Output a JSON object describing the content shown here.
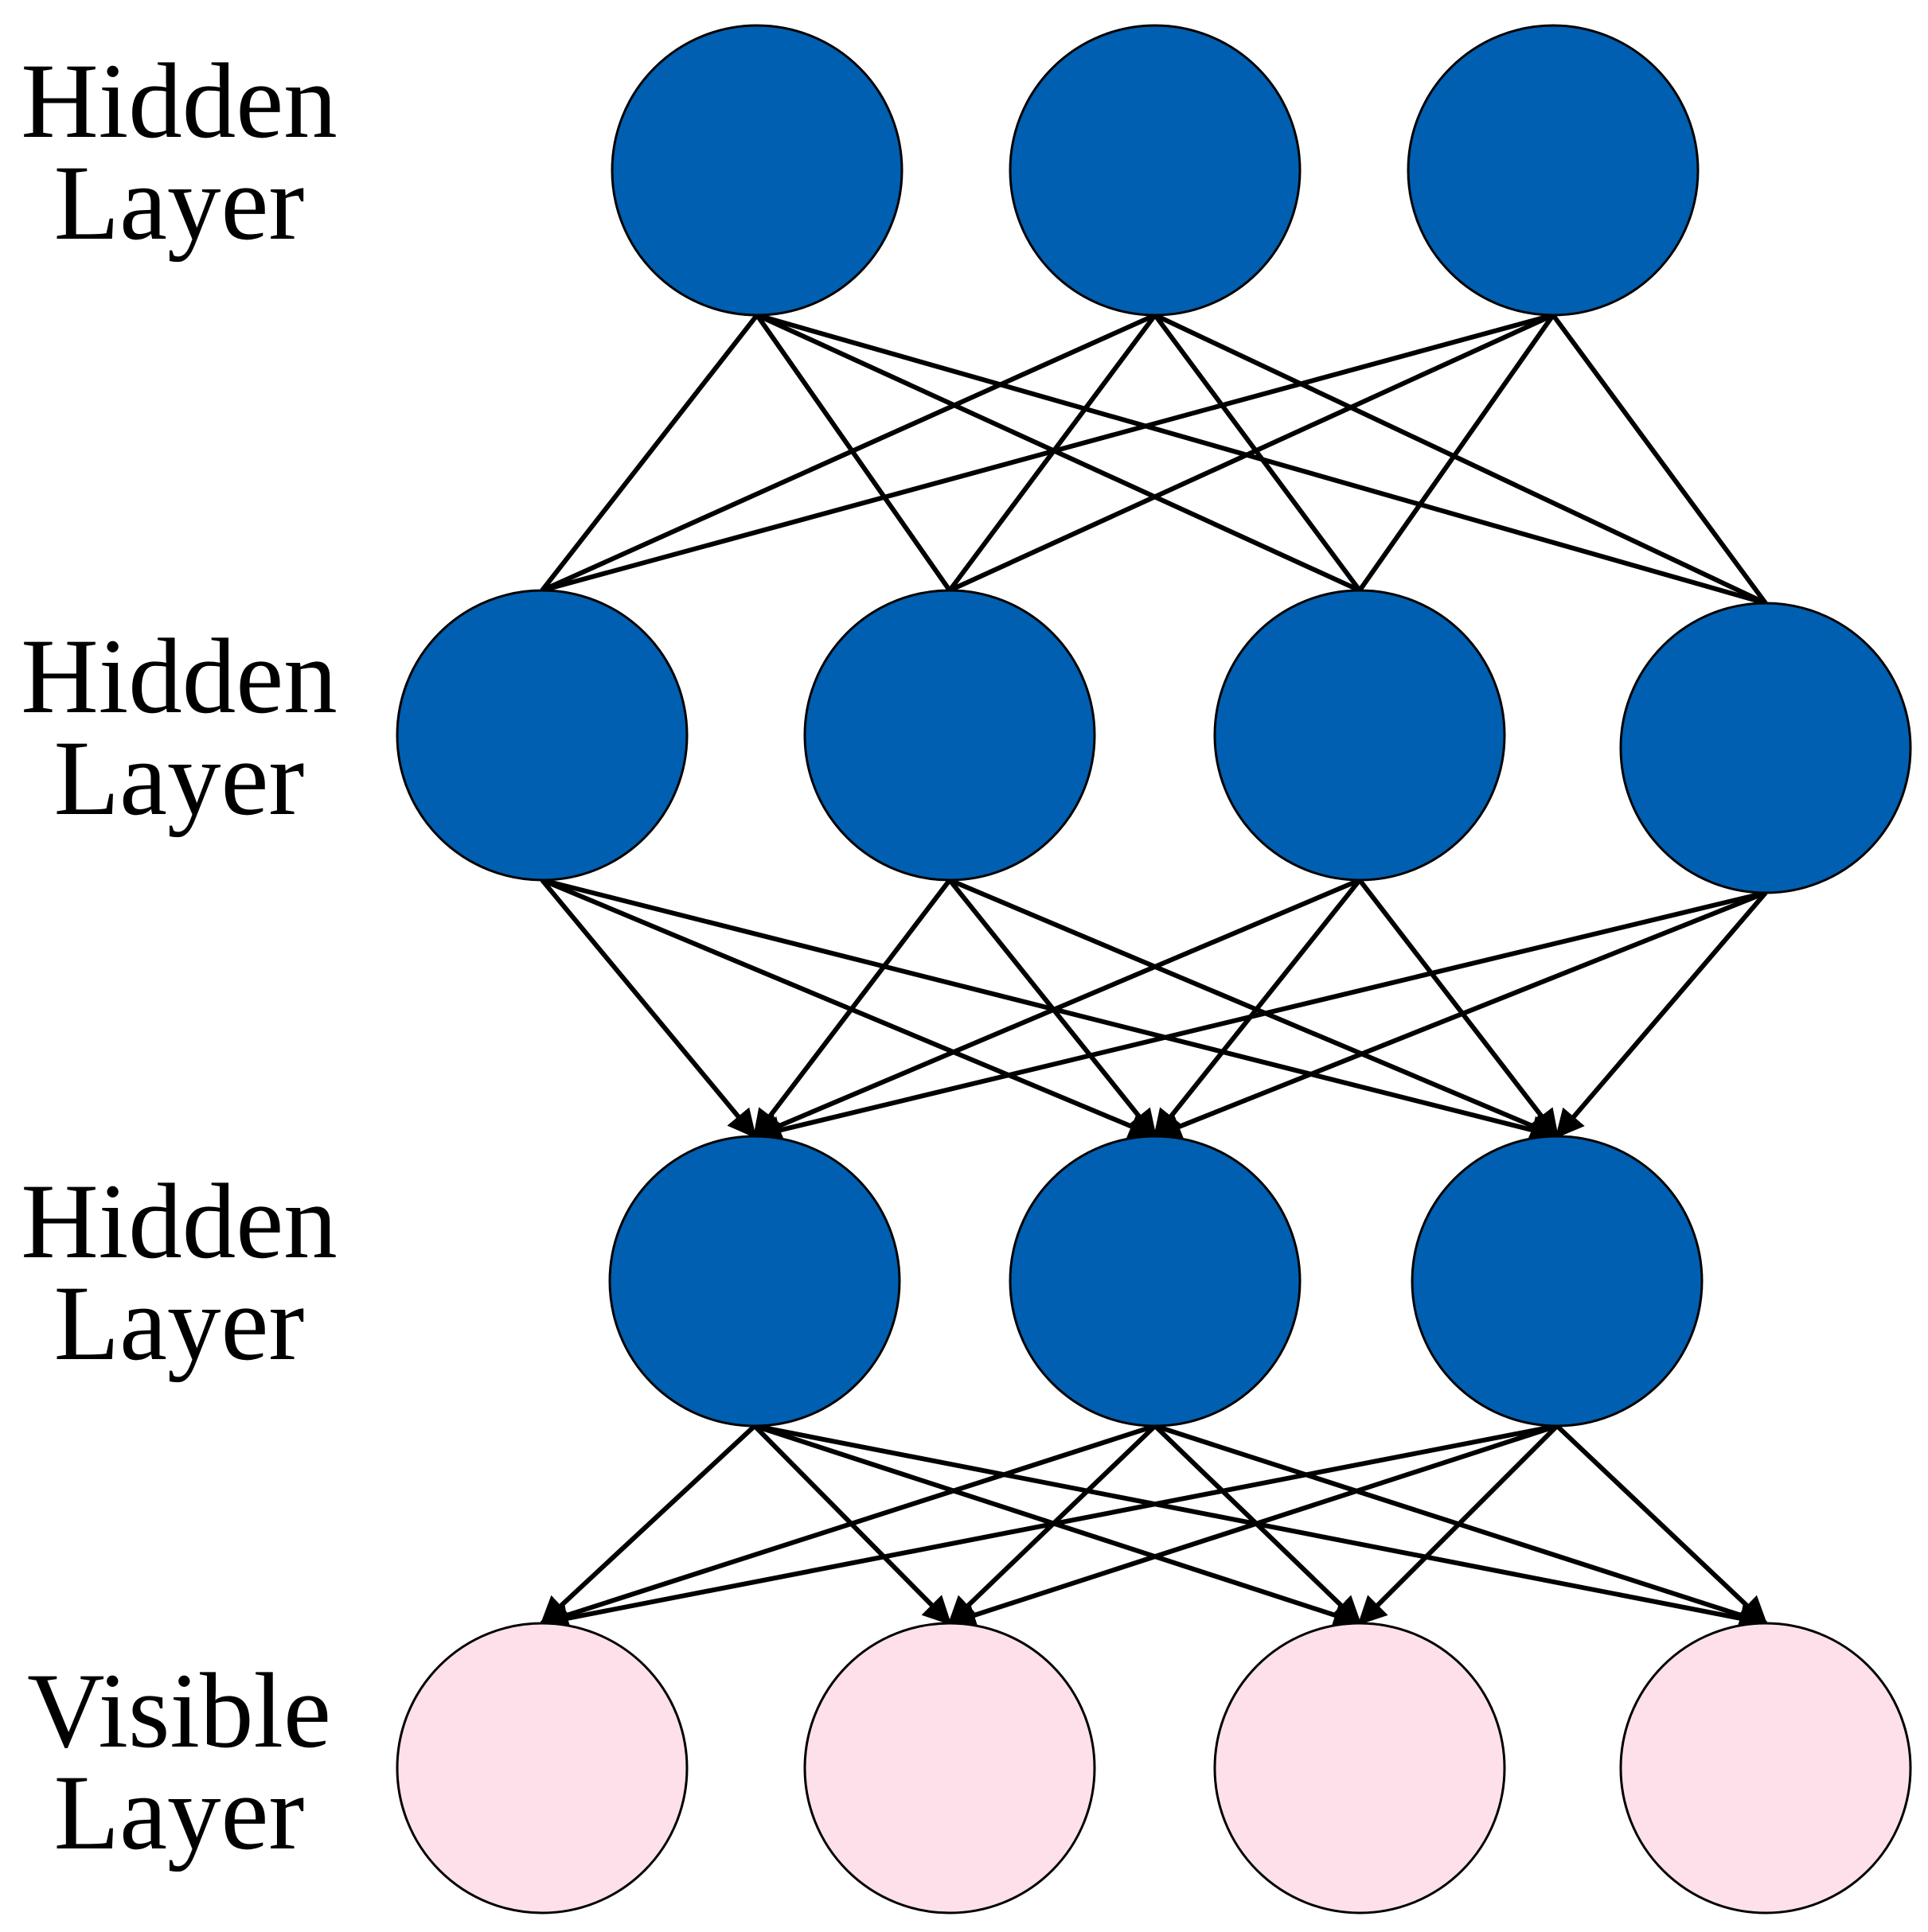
{
  "diagram": {
    "colors": {
      "hidden_node": "#005fb0",
      "visible_node": "#fde0ea",
      "edge": "#000000",
      "outline": "#000000"
    },
    "layers": [
      {
        "label_line1": "Hidden",
        "label_line2": "Layer",
        "kind": "hidden",
        "node_count": 3
      },
      {
        "label_line1": "Hidden",
        "label_line2": "Layer",
        "kind": "hidden",
        "node_count": 4
      },
      {
        "label_line1": "Hidden",
        "label_line2": "Layer",
        "kind": "hidden",
        "node_count": 3
      },
      {
        "label_line1": "Visible",
        "label_line2": "Layer",
        "kind": "visible",
        "node_count": 4
      }
    ],
    "connections": [
      {
        "from_layer": 0,
        "to_layer": 1,
        "directed": false
      },
      {
        "from_layer": 1,
        "to_layer": 2,
        "directed": true
      },
      {
        "from_layer": 2,
        "to_layer": 3,
        "directed": true
      }
    ]
  }
}
